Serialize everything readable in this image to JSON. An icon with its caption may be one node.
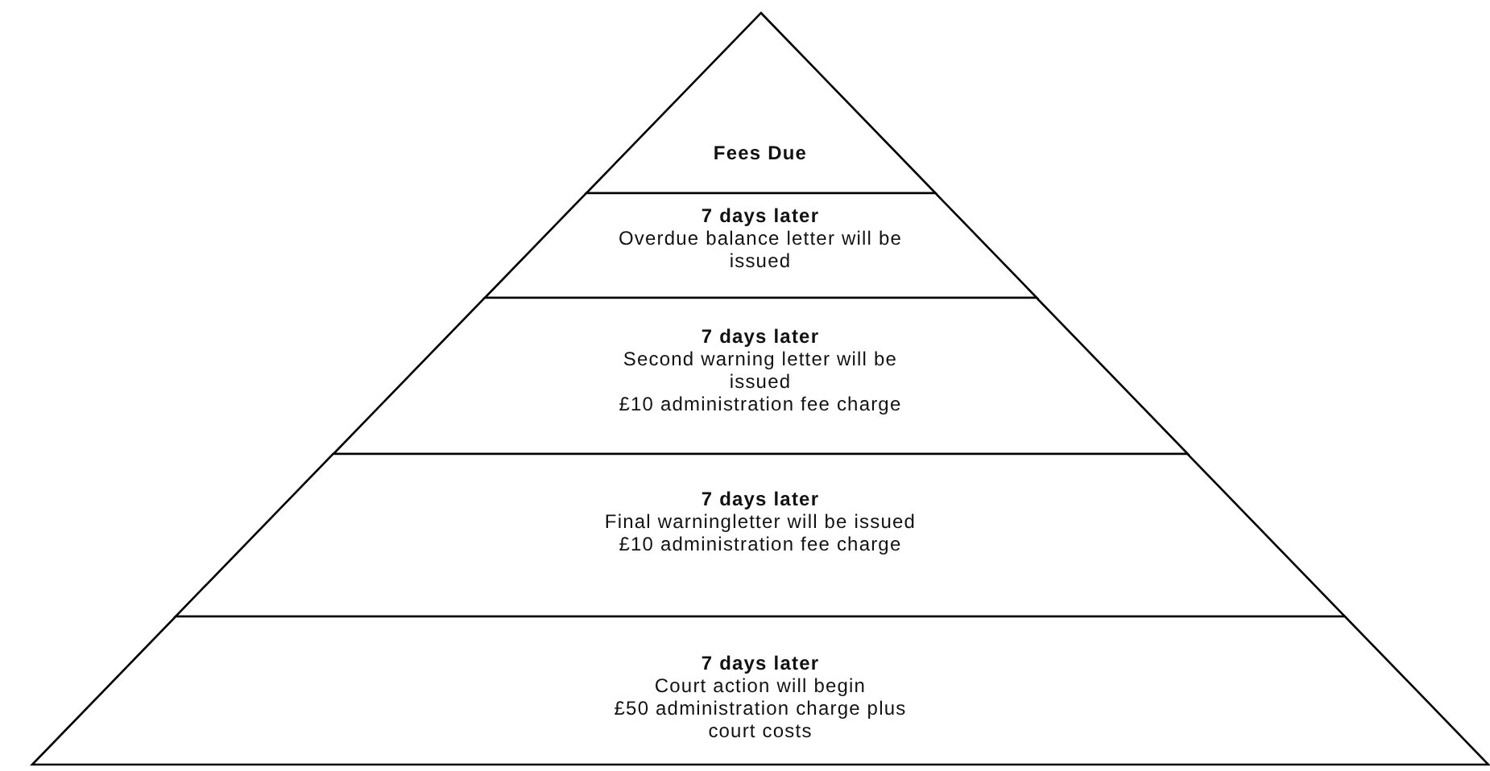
{
  "diagram": {
    "nodes": [
      {
        "text": [
          "Fees Due"
        ]
      },
      {
        "text": [
          "7 days later",
          "Overdue balance letter will be issued"
        ]
      },
      {
        "text": [
          "7 days later",
          "Second warning letter will be issued",
          "£10 administration fee charge"
        ]
      },
      {
        "text": [
          "7 days later",
          "Final warningletter will be issued",
          "£10 administration fee charge"
        ]
      },
      {
        "text": [
          "7 days later",
          "Court action will begin",
          "£50 administration charge plus court costs"
        ]
      }
    ]
  }
}
